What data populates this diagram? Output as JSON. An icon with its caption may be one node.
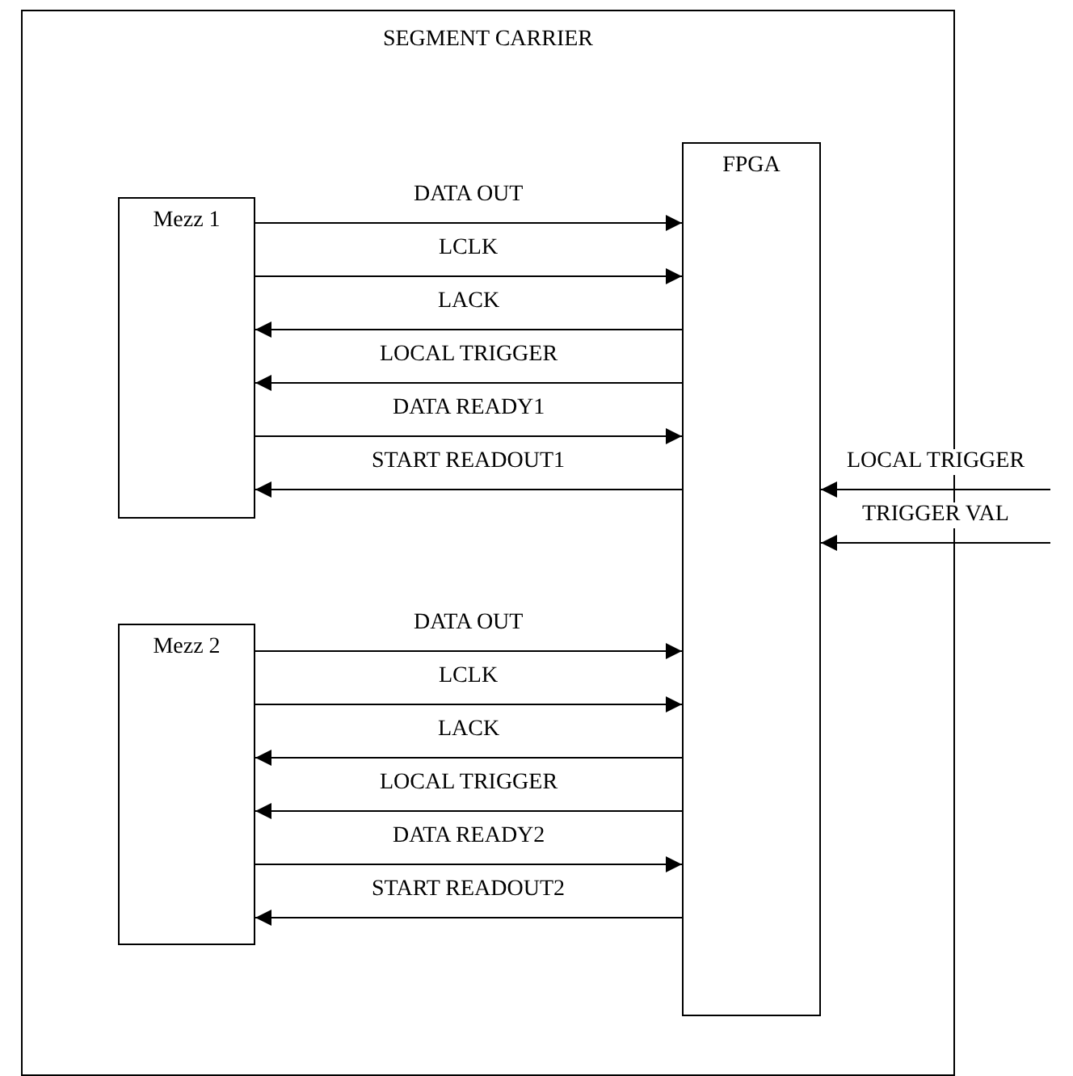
{
  "diagram": {
    "nodes": [
      {
        "text": [
          "SEGMENT CARRIER"
        ]
      },
      {
        "text": [
          "Mezz 1"
        ],
        "in": 0
      },
      {
        "text": [
          "FPGA"
        ],
        "in": 0
      },
      {
        "text": [
          "Mezz 2"
        ],
        "in": 0
      }
    ],
    "edges": [
      {
        "from": 1,
        "to": 2,
        "arrow": "to",
        "label": "DATA OUT"
      },
      {
        "from": 1,
        "to": 2,
        "arrow": "to",
        "label": "LCLK"
      },
      {
        "from": 2,
        "to": 1,
        "arrow": "to",
        "label": "LACK"
      },
      {
        "from": 2,
        "to": 1,
        "arrow": "to",
        "label": "LOCAL TRIGGER"
      },
      {
        "from": 1,
        "to": 2,
        "arrow": "to",
        "label": "DATA READY1"
      },
      {
        "from": 2,
        "to": 1,
        "arrow": "to",
        "label": "START READOUT1"
      },
      {
        "from": null,
        "to": 2,
        "arrow": "to",
        "label": "LOCAL TRIGGER"
      },
      {
        "from": null,
        "to": 2,
        "arrow": "to",
        "label": "TRIGGER VAL"
      },
      {
        "from": 3,
        "to": 2,
        "arrow": "to",
        "label": "DATA OUT"
      },
      {
        "from": 3,
        "to": 2,
        "arrow": "to",
        "label": "LCLK"
      },
      {
        "from": 2,
        "to": 3,
        "arrow": "to",
        "label": "LACK"
      },
      {
        "from": 2,
        "to": 3,
        "arrow": "to",
        "label": "LOCAL TRIGGER"
      },
      {
        "from": 3,
        "to": 2,
        "arrow": "to",
        "label": "DATA READY2"
      },
      {
        "from": 2,
        "to": 3,
        "arrow": "to",
        "label": "START READOUT2"
      }
    ]
  }
}
